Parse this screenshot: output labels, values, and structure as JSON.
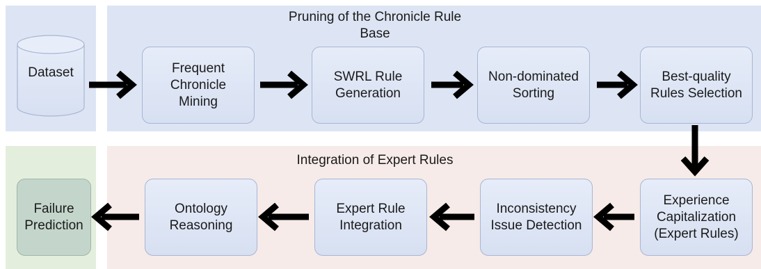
{
  "top_section": {
    "title": "Pruning of the Chronicle Rule\nBase"
  },
  "bottom_section": {
    "title": "Integration of Expert Rules"
  },
  "nodes": {
    "dataset": "Dataset",
    "frequent_mining": "Frequent\nChronicle\nMining",
    "swrl_generation": "SWRL Rule\nGeneration",
    "non_dominated": "Non-dominated\nSorting",
    "best_quality": "Best-quality\nRules Selection",
    "experience_cap": "Experience\nCapitalization\n(Expert Rules)",
    "inconsistency": "Inconsistency\nIssue Detection",
    "expert_integration": "Expert Rule\nIntegration",
    "ontology_reasoning": "Ontology\nReasoning",
    "failure_prediction": "Failure\nPrediction"
  },
  "colors": {
    "blue_panel": "#dde5f4",
    "red_panel": "#f6ebe8",
    "green_panel": "#e3eedd",
    "box_fill": "#dbe3f4",
    "green_box": "#c4d6cc",
    "arrow": "#000000"
  }
}
